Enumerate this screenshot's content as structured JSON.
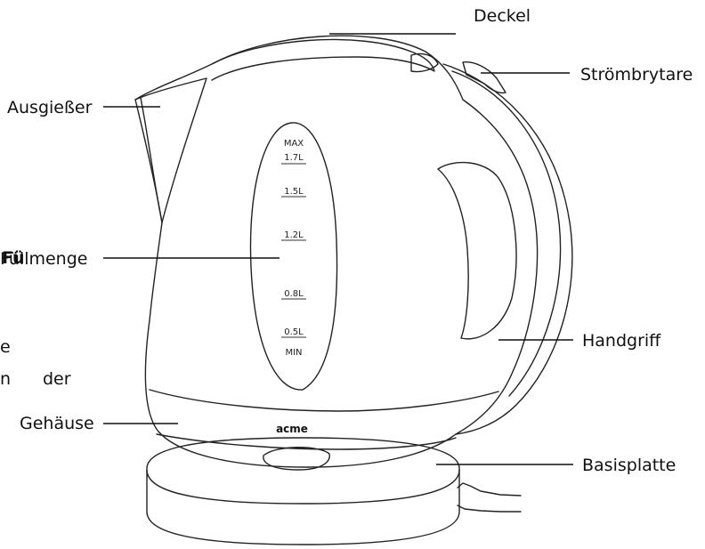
{
  "labels": {
    "lid": "Deckel",
    "switch": "Strömbrytare",
    "spout": "Ausgießer",
    "fill": "Füllmenge",
    "fill_overlap": "Fü",
    "handle": "Handgriff",
    "housing": "Gehäuse",
    "base": "Basisplatte",
    "fragment_1": "e",
    "fragment_2": "n",
    "fragment_3": "der"
  },
  "gauge": {
    "max": "MAX",
    "marks": [
      "1.7L",
      "1.5L",
      "1.2L",
      "0.8L",
      "0.5L"
    ],
    "min": "MIN"
  },
  "brand": "acme"
}
